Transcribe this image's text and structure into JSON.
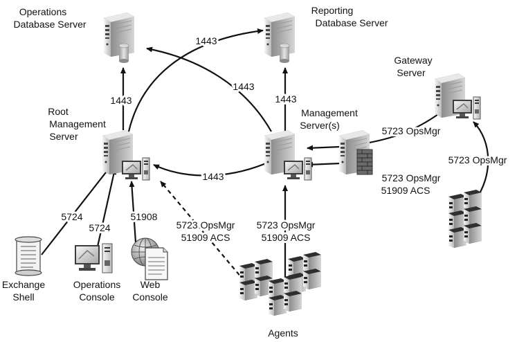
{
  "nodes": {
    "ops_db": {
      "line1": "Operations",
      "line2": "Database Server",
      "icon": "database-server-icon"
    },
    "rep_db": {
      "line1": "Reporting",
      "line2": "Database Server",
      "icon": "database-server-icon"
    },
    "gateway": {
      "line1": "Gateway",
      "line2": "Server",
      "icon": "server-icon"
    },
    "rms": {
      "line1": "Root",
      "line2": "Management",
      "line3": "Server",
      "icon": "server-icon"
    },
    "ms": {
      "line1": "Management",
      "line2": "Server(s)",
      "icon": "server-icon"
    },
    "exchange": {
      "line1": "Exchange",
      "line2": "Shell",
      "icon": "scroll-icon"
    },
    "opsconsole": {
      "line1": "Operations",
      "line2": "Console",
      "icon": "computer-icon"
    },
    "webconsole": {
      "line1": "Web",
      "line2": "Console",
      "icon": "globe-document-icon"
    },
    "agents": {
      "line1": "Agents",
      "icon": "server-rack-icon"
    }
  },
  "ports": {
    "rms_to_repdb": "1443",
    "rms_to_opsdb": "1443",
    "ms_to_opsdb": "1443",
    "ms_to_repdb": "1443",
    "ms_to_rms": "1443",
    "gw_to_ms": "5723 OpsMgr",
    "firewall_l1": "5723 OpsMgr",
    "firewall_l2": "51909 ACS",
    "gwagents_to_gw": "5723 OpsMgr",
    "exchange_to_rms": "5724",
    "opsconsole_to_rms": "5724",
    "web_to_rms": "51908",
    "agents_rms_l1": "5723 OpsMgr",
    "agents_rms_l2": "51909 ACS",
    "agents_ms_l1": "5723 OpsMgr",
    "agents_ms_l2": "51909 ACS"
  }
}
